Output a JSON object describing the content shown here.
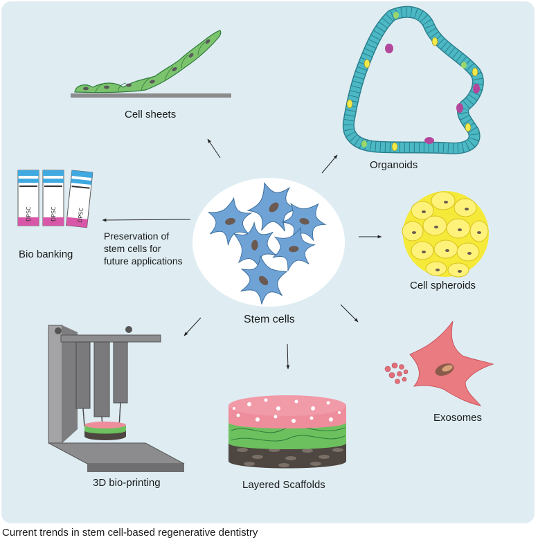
{
  "center": {
    "label": "Stem cells"
  },
  "nodes": {
    "cell_sheets": "Cell sheets",
    "organoids": "Organoids",
    "bio_banking": "Bio banking",
    "preservation": [
      "Preservation of",
      "stem cells for",
      "future applications"
    ],
    "cell_spheroids": "Cell spheroids",
    "exosomes": "Exosomes",
    "layered_scaffolds": "Layered Scaffolds",
    "bio_printing": "3D bio-printing"
  },
  "vial_label": "DPSC",
  "caption": "Current trends in stem cell-based regenerative dentistry",
  "colors": {
    "panel": "#dfedf3",
    "stem_cell": "#6fa3d6",
    "nucleus": "#6b5a52",
    "sheet_green": "#7cc36d",
    "organoid_teal": "#4bb8c4",
    "spheroid_yellow": "#f5ea3a",
    "exosome_pink": "#ea7b80",
    "scaffold_pink": "#ee8e9c",
    "scaffold_green": "#6cc05e",
    "scaffold_dark": "#4e4640",
    "printer_gray": "#8c8c8e",
    "vial_blue": "#3fa9e0",
    "vial_magenta": "#d857a8"
  }
}
